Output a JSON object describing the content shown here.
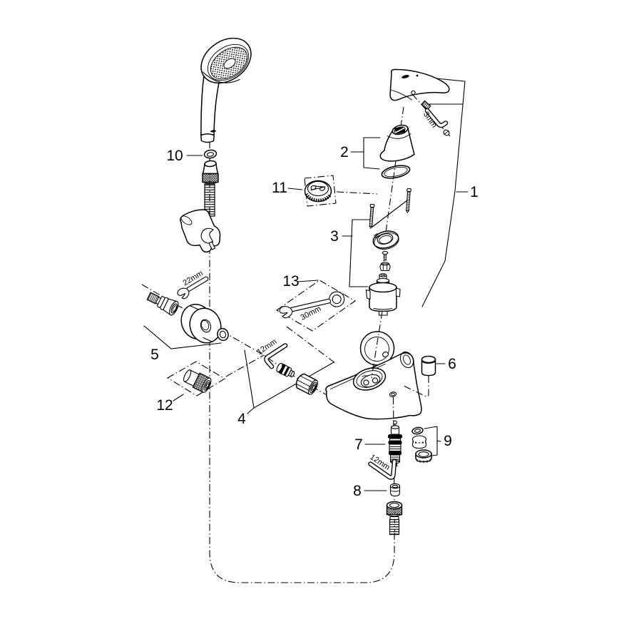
{
  "figure": {
    "background": "#ffffff",
    "line_color": "#000000",
    "type": "exploded-parts-diagram"
  },
  "callouts": {
    "c1": "1",
    "c2": "2",
    "c3": "3",
    "c4": "4",
    "c5": "5",
    "c6": "6",
    "c7": "7",
    "c8": "8",
    "c9": "9",
    "c10": "10",
    "c11": "11",
    "c12": "12",
    "c13": "13"
  },
  "tool_labels": {
    "handle_hex_key": "3mm",
    "union_wrench": "22mm",
    "union_hex_key": "12mm",
    "cartridge_wrench": "30mm",
    "diverter_hex_key": "12mm"
  }
}
